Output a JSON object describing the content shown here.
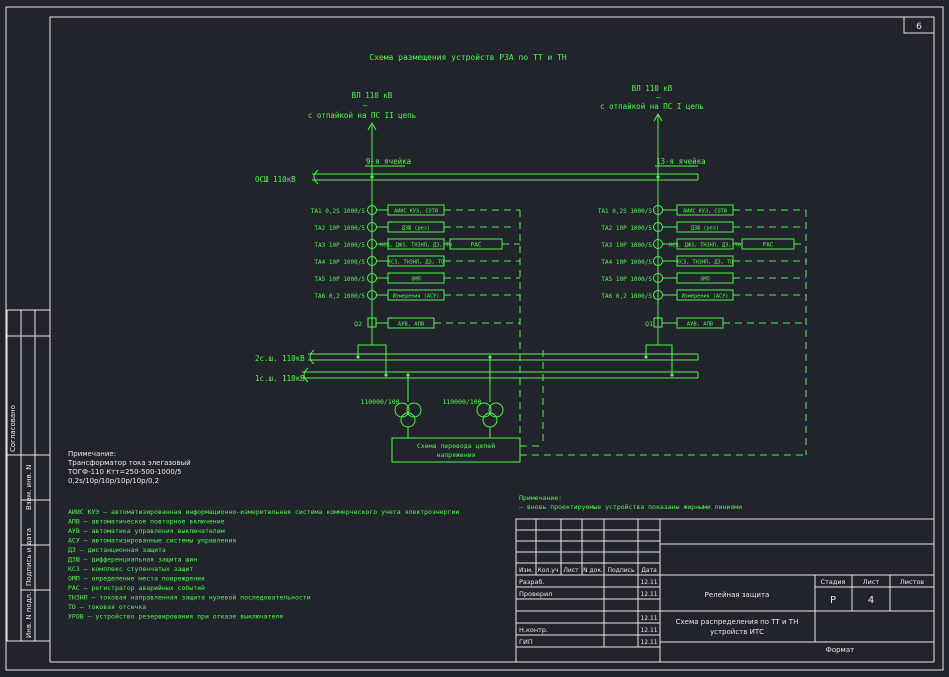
{
  "sheet": {
    "number": "6",
    "format_label": "Формат"
  },
  "title": "Схема размещения устройств РЗА по ТТ и ТН",
  "lines": [
    {
      "label": "ВЛ 110 кВ",
      "dash": "–",
      "dest": "с отпайкой на ПС   II цепь",
      "cell": "9-я ячейка"
    },
    {
      "label": "ВЛ 110 кВ",
      "dash": "–",
      "dest": "с отпайкой на ПС   I цепь",
      "cell": "13-я ячейка"
    }
  ],
  "buses": {
    "osh": "ОСШ 110кВ",
    "s2": "2с.ш. 110кВ",
    "s1": "1с.ш. 110кВ"
  },
  "left_ct": [
    {
      "label": "ТА1 0,2S 1000/5",
      "box": "АИИС КУЭ, СОТИ"
    },
    {
      "label": "ТА2 10Р 1000/5",
      "box": "ДЗШ (рез)"
    },
    {
      "label": "ТА3 10Р 1000/5",
      "box": "КСЗ, ДФЗ, ТНЗНП, ДЗ, ТО",
      "extra": "РАС"
    },
    {
      "label": "ТА4 10Р 1000/5",
      "box": "КСЗ, ТНЗНП, ДЗ, ТО"
    },
    {
      "label": "ТА5 10Р 1000/5",
      "box": "ОМП"
    },
    {
      "label": "ТА6 0,2 1000/5",
      "box": "Измерения (АСУ)"
    }
  ],
  "right_ct": [
    {
      "label": "ТА1 0,2S 1000/5",
      "box": "АИИС КУЭ, СОТИ"
    },
    {
      "label": "ТА2 10Р 1000/5",
      "box": "ДЗШ (рез)"
    },
    {
      "label": "ТА3 10Р 1000/5",
      "box": "КСЗ, ДФЗ, ТНЗНП, ДЗ, ТО",
      "extra": "РАС"
    },
    {
      "label": "ТА4 10Р 1000/5",
      "box": "КСЗ, ТНЗНП, ДЗ, ТО"
    },
    {
      "label": "ТА5 10Р 1000/5",
      "box": "ОМП"
    },
    {
      "label": "ТА6 0,2 1000/5",
      "box": "Измерения (АСУ)"
    }
  ],
  "breakers": {
    "left_label": "Q2",
    "right_label": "Q1",
    "box": "АУВ, АПВ"
  },
  "vts": {
    "left_ratio": "110000/100",
    "right_ratio": "110000/100",
    "switch_box": [
      "Схема перевода цепей",
      "напряжения"
    ]
  },
  "notes": {
    "title": "Примечание:",
    "lines": [
      "Трансформатор тока элегазовый",
      "ТОГФ-110  Ктт=250-500-1000/5",
      "0,2s/10р/10р/10р/10р/0,2"
    ]
  },
  "note2": {
    "title": "Примечание:",
    "text": "– вновь проектируемые устройства показаны жирными линиями"
  },
  "abbreviations": [
    "АИИС КУЭ  – автоматизированная информационно-измерительная система коммерческого учета электроэнергии",
    "АПВ – автоматическое повторное включение",
    "АУВ – автоматика управления выключателем",
    "АСУ – автоматизированные системы управления",
    "ДЗ – дистанционная защита",
    "ДЗШ – дифференциальная защита шин",
    "КСЗ – комплекс ступенчатых защит",
    "ОМП – определение места повреждения",
    "РАС – регистратор аварийных событий",
    "ТНЗНП – токовая направленная защита нулевой последовательности",
    "ТО – токовая отсечка",
    "УРОВ – устройство резервирования при отказе выключателя"
  ],
  "side_stamp": [
    "Согласовано",
    "Взам. инв. N",
    "Подпись и дата",
    "Инв. N подл."
  ],
  "title_block": {
    "headers": [
      "Изм.",
      "Кол.уч",
      "Лист",
      "N док.",
      "Подпись",
      "Дата"
    ],
    "rows": [
      {
        "role": "Разраб.",
        "date": "12.11"
      },
      {
        "role": "Проверил",
        "date": "12.11"
      },
      {
        "role": "",
        "date": "12.11"
      },
      {
        "role": "Н.контр.",
        "date": "12.11"
      },
      {
        "role": "ГИП",
        "date": "12.11"
      }
    ],
    "work_name": "Релейная защита",
    "sheet_title": [
      "Схема распределения по ТТ и ТН",
      "устройств  ИТС"
    ],
    "stage_header": "Стадия",
    "sheet_header": "Лист",
    "sheets_header": "Листов",
    "stage": "Р",
    "sheet_value": "4",
    "sheets_value": ""
  }
}
